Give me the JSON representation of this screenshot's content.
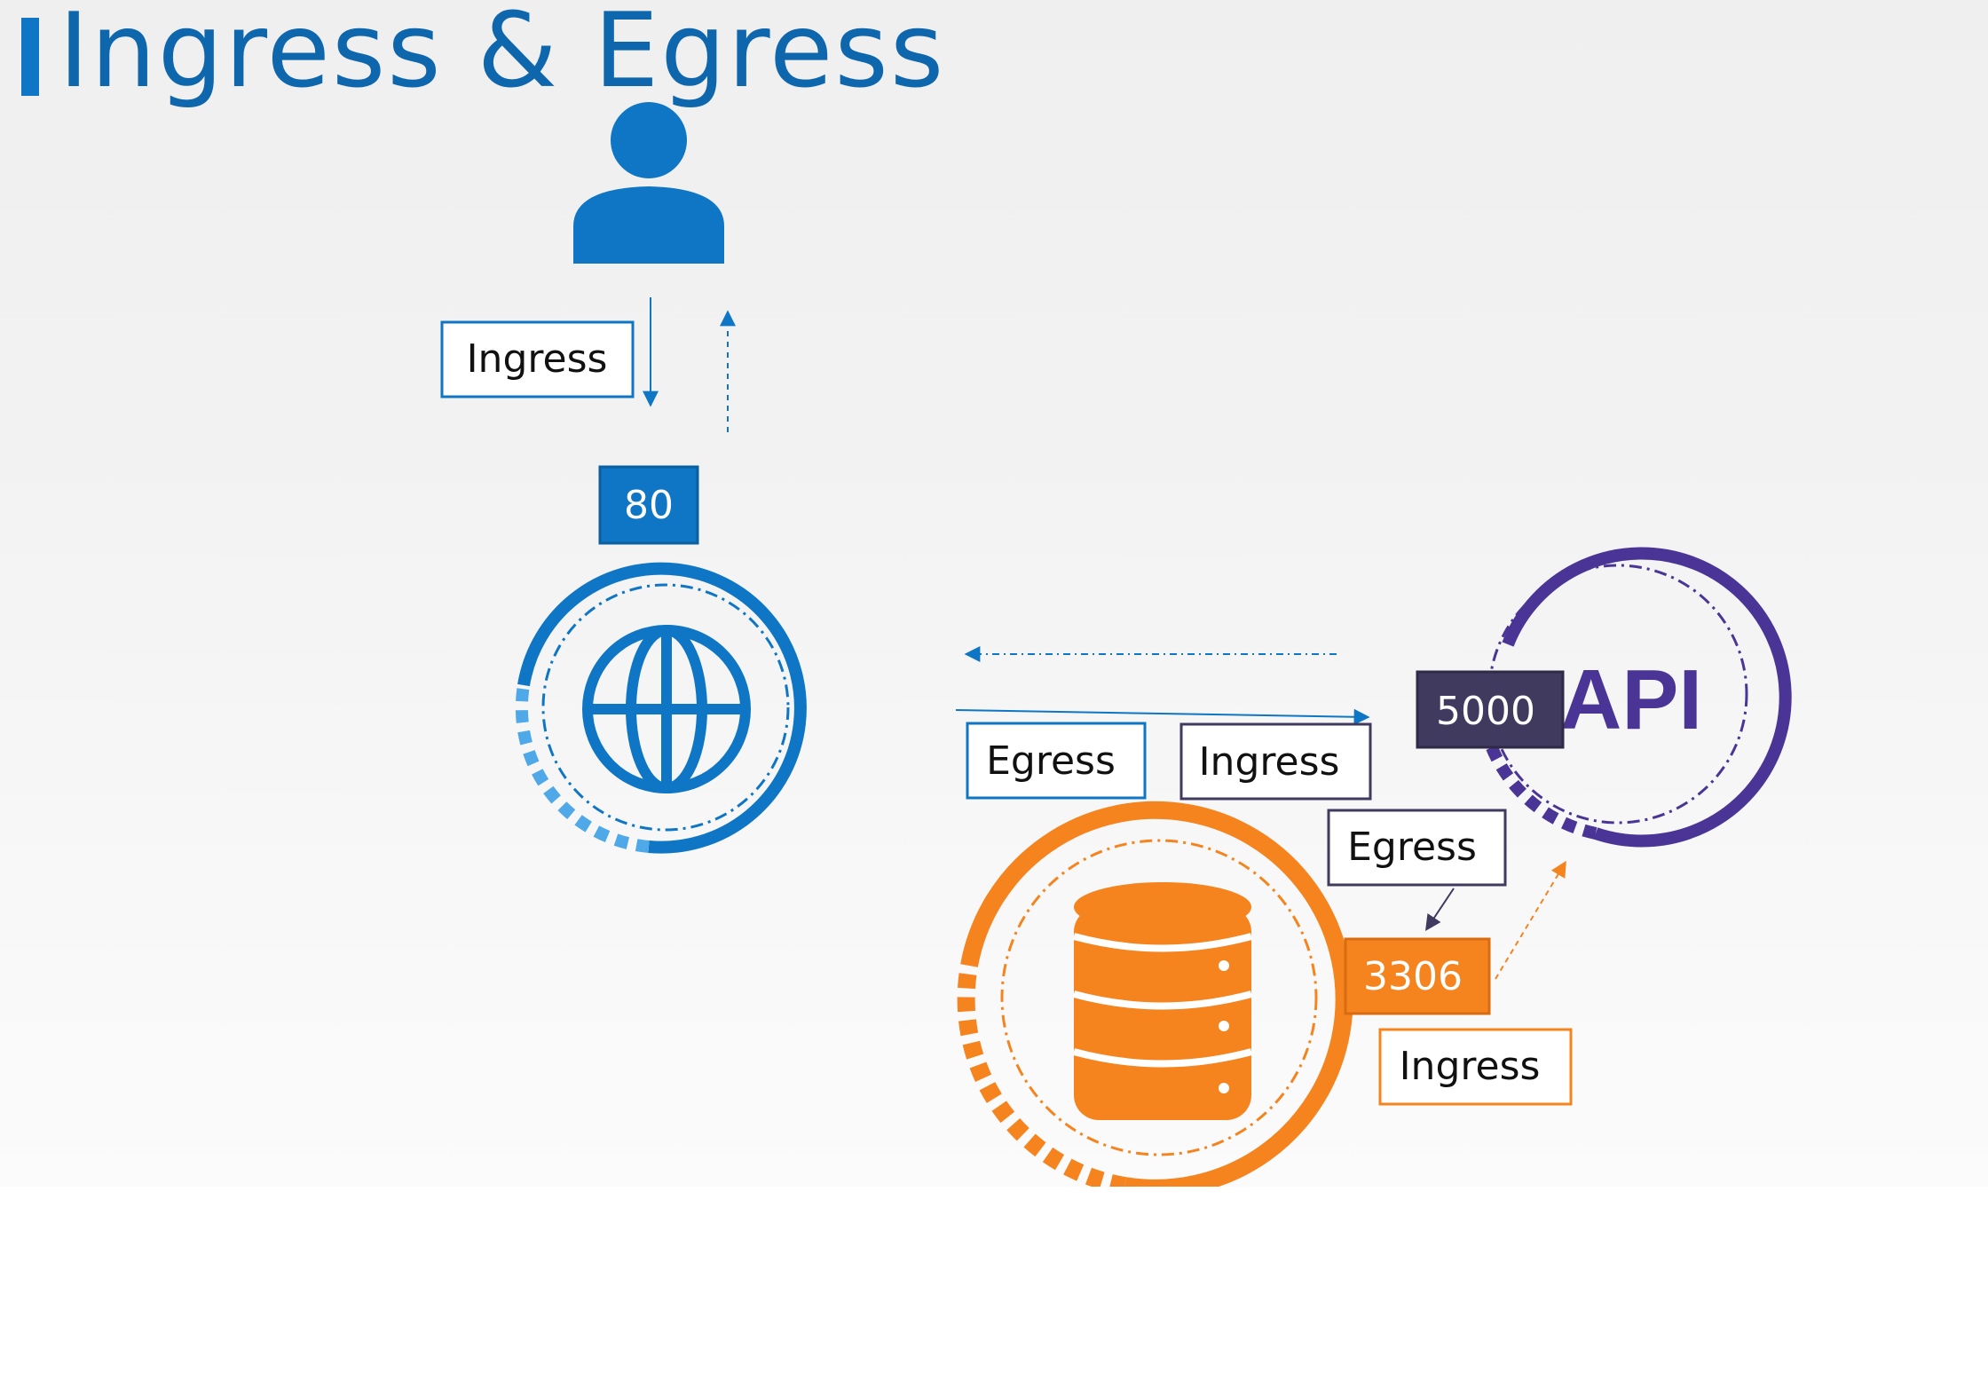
{
  "slide": {
    "title": "Ingress & Egress"
  },
  "icons": {
    "user": "user-icon",
    "web": "globe-icon",
    "api": "api-icon",
    "database": "database-icon"
  },
  "colors": {
    "web": "#0e76c4",
    "api": "#4a3596",
    "database": "#f5841f",
    "port_api": "#3f3a5e"
  },
  "api_server": {
    "label": "API"
  },
  "ports": {
    "web": "80",
    "api": "5000",
    "db": "3306"
  },
  "traffic_labels": {
    "web_ingress": "Ingress",
    "web_egress": "Egress",
    "api_ingress": "Ingress",
    "api_egress": "Egress",
    "db_ingress": "Ingress"
  }
}
